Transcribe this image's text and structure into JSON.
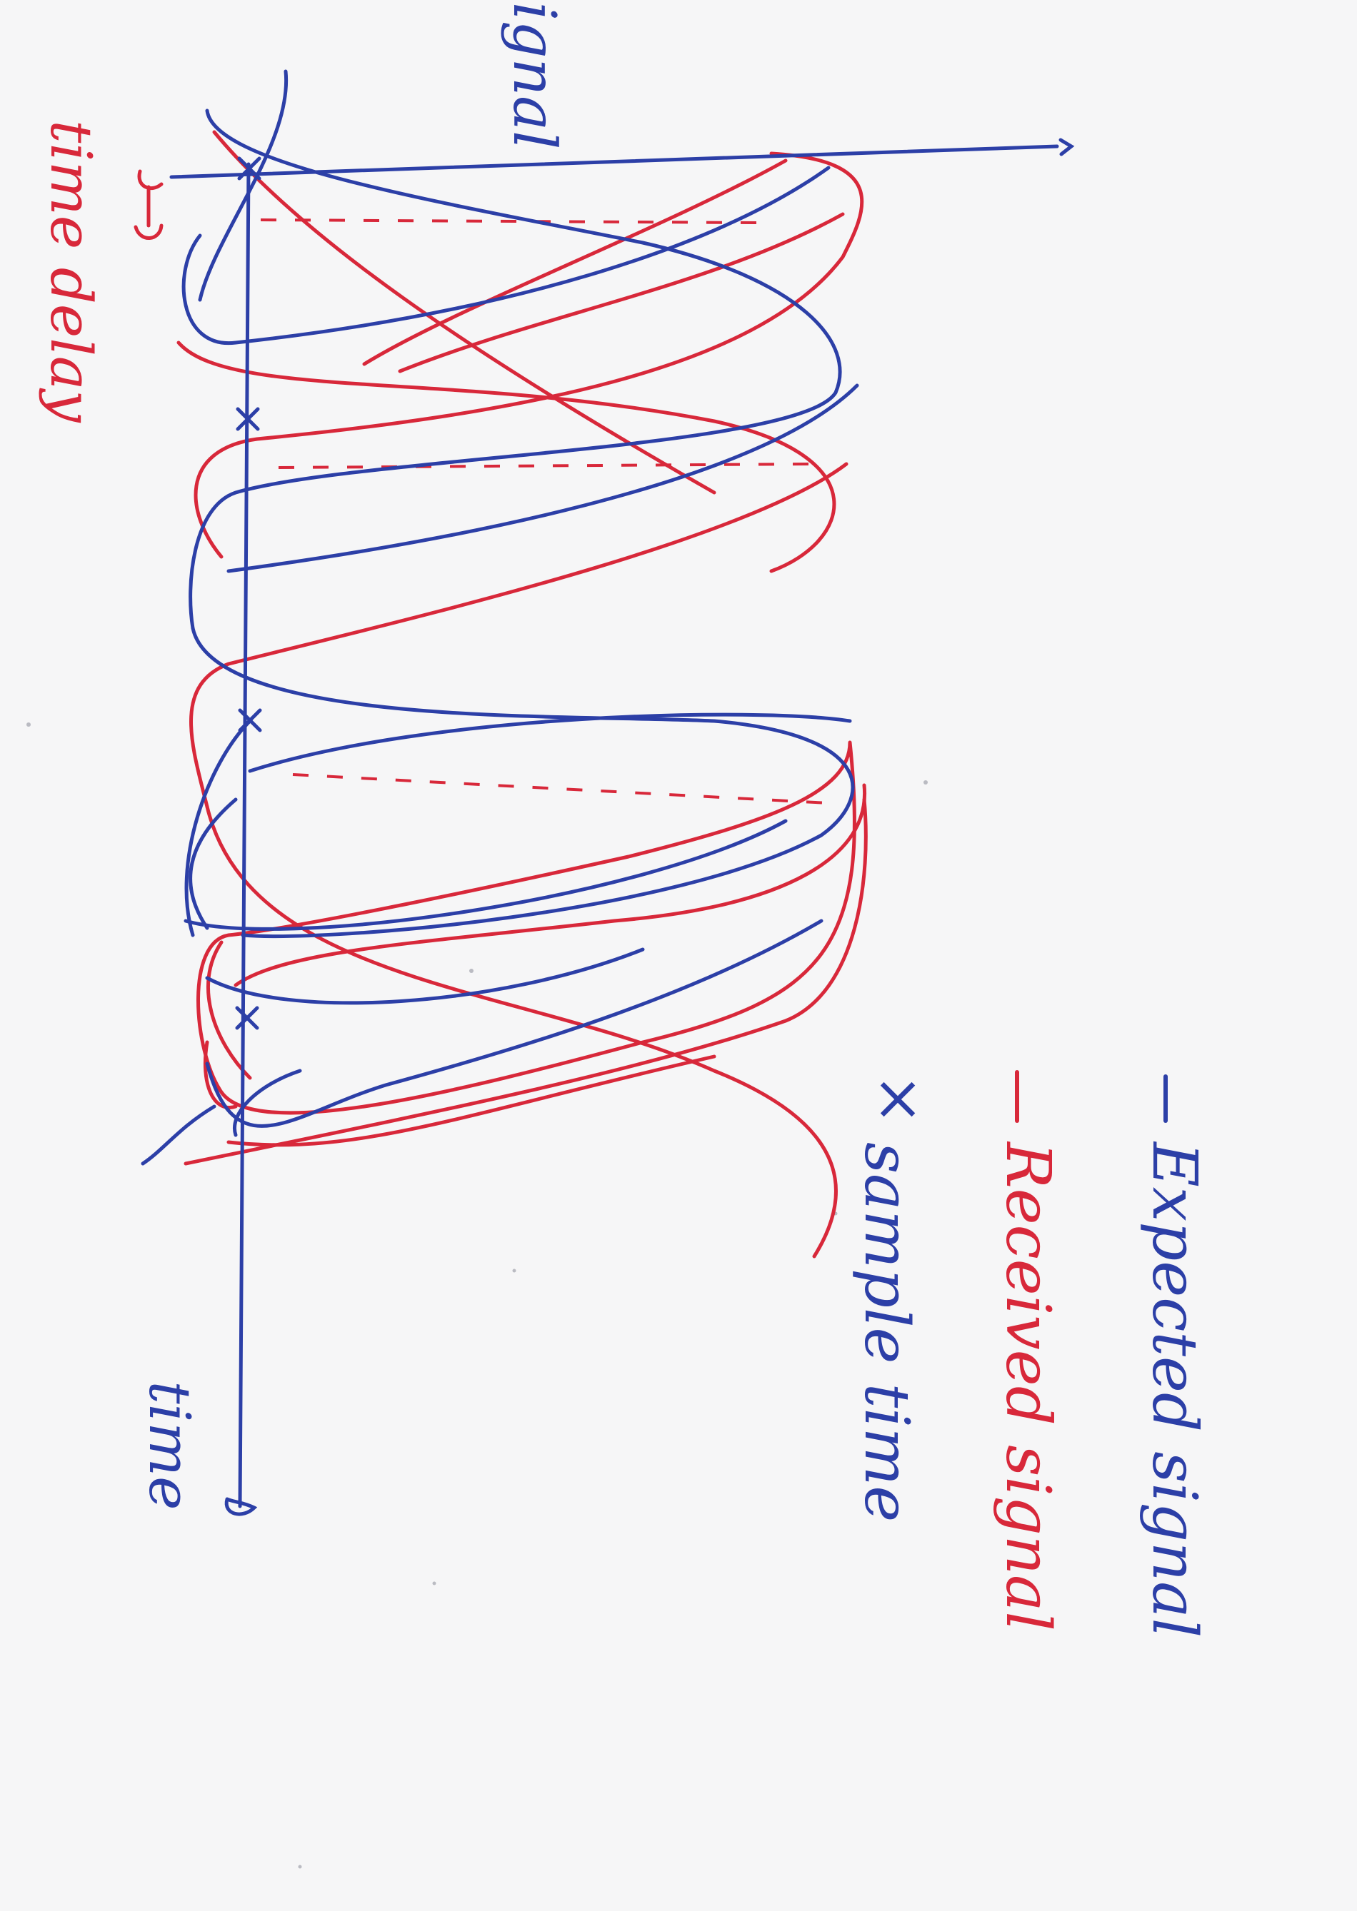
{
  "axis_labels": {
    "signal": "signal",
    "time": "time",
    "time_delay": "time delay"
  },
  "legend": {
    "expected": "Expected signal",
    "received": "Received signal",
    "sample": "sample time"
  },
  "colors": {
    "expected": "#2c3fa7",
    "received": "#d8283a",
    "axis": "#2c3fa7",
    "paper": "#f6f6f7"
  },
  "marks": {
    "sample_symbol": "×"
  }
}
